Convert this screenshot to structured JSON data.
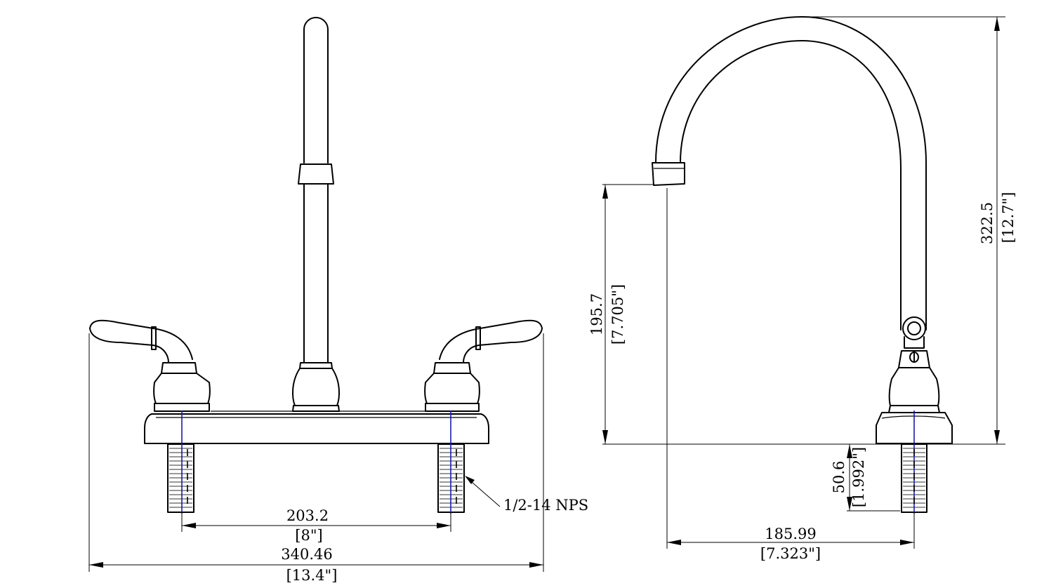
{
  "front_view": {
    "center_spacing": {
      "mm": "203.2",
      "inch": "[8\"]"
    },
    "overall_width": {
      "mm": "340.46",
      "inch": "[13.4\"]"
    },
    "thread_callout": "1/2-14 NPS"
  },
  "side_view": {
    "spout_height": {
      "mm": "195.7",
      "inch": "[7.705\"]"
    },
    "overall_height": {
      "mm": "322.5",
      "inch": "[12.7\"]"
    },
    "shank_length": {
      "mm": "50.6",
      "inch": "[1.992\"]"
    },
    "spout_reach": {
      "mm": "185.99",
      "inch": "[7.323\"]"
    }
  },
  "colors": {
    "line": "#000000",
    "centerline": "#1a1aa8",
    "background": "#ffffff"
  }
}
